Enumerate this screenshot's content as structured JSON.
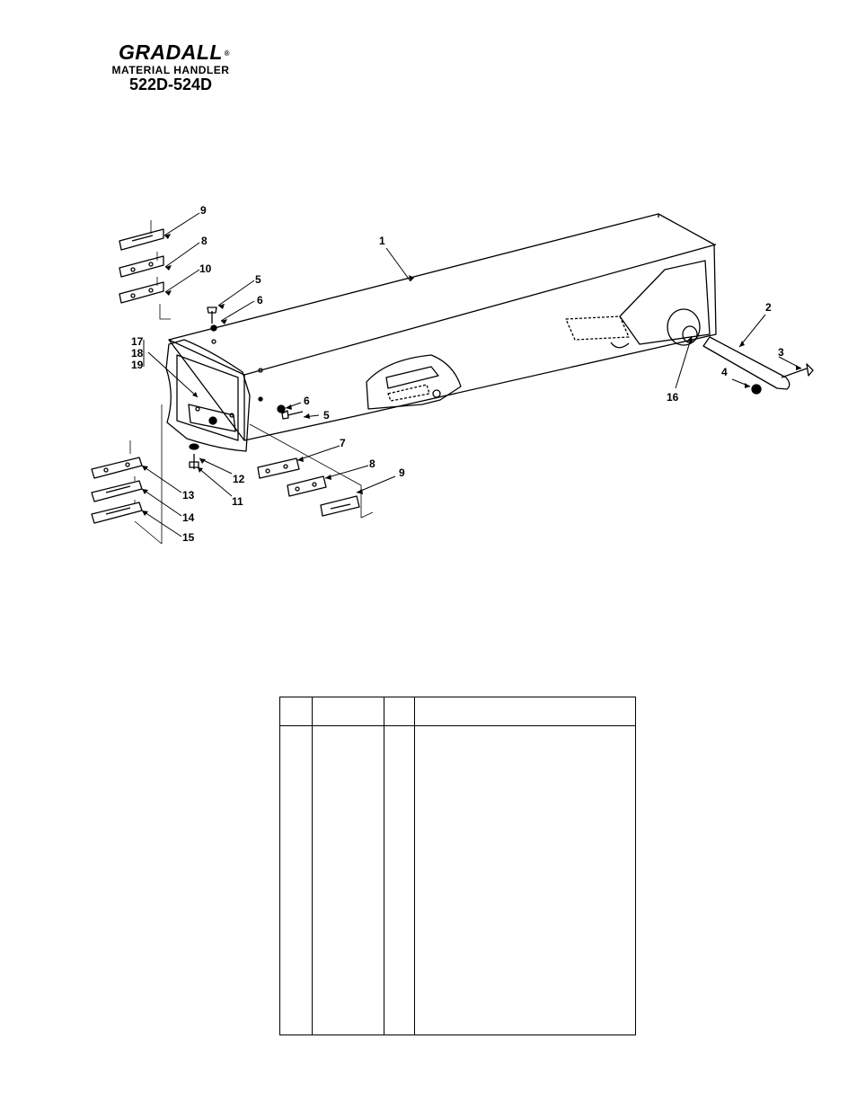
{
  "header": {
    "brand": "GRADALL",
    "registered_mark": "®",
    "subtitle": "MATERIAL HANDLER",
    "model": "522D-524D"
  },
  "diagram": {
    "callouts": {
      "c1": "1",
      "c2": "2",
      "c3": "3",
      "c4": "4",
      "c5a": "5",
      "c5b": "5",
      "c6a": "6",
      "c6b": "6",
      "c7": "7",
      "c8a": "8",
      "c8b": "8",
      "c9a": "9",
      "c9b": "9",
      "c10": "10",
      "c11": "11",
      "c12": "12",
      "c13": "13",
      "c14": "14",
      "c15": "15",
      "c16": "16",
      "c17": "17",
      "c18": "18",
      "c19": "19"
    }
  },
  "parts_table": {
    "columns": [
      "",
      "",
      "",
      ""
    ],
    "rows": []
  }
}
